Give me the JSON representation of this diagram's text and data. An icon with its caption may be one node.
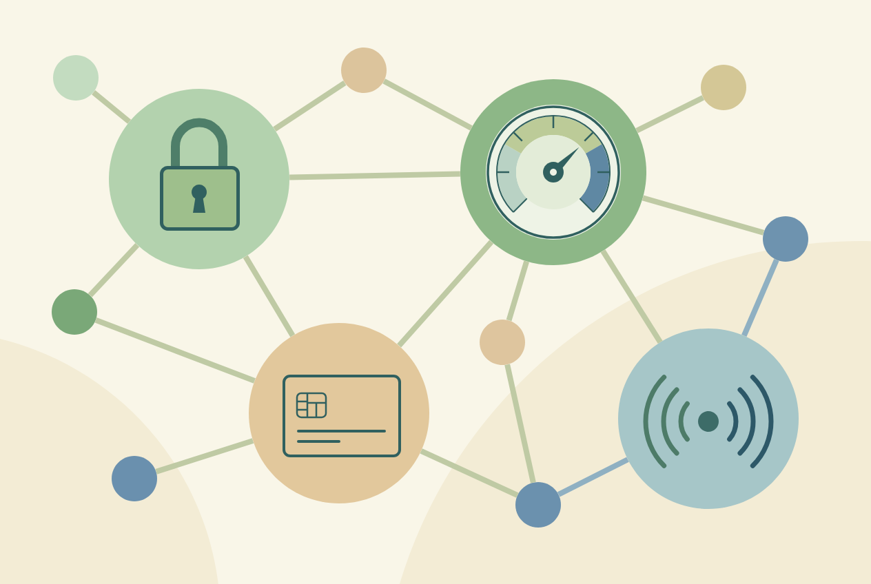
{
  "diagram": {
    "nodes": [
      {
        "text": [],
        "shape": "circle"
      },
      {
        "text": [],
        "shape": "picture"
      },
      {
        "text": [],
        "shape": "circle"
      },
      {
        "text": [],
        "shape": "picture"
      },
      {
        "text": [],
        "shape": "circle"
      },
      {
        "text": [],
        "shape": "circle"
      },
      {
        "text": [],
        "shape": "circle"
      },
      {
        "text": [],
        "shape": "picture"
      },
      {
        "text": [],
        "shape": "circle"
      },
      {
        "text": [],
        "shape": "picture"
      },
      {
        "text": [],
        "shape": "circle"
      },
      {
        "text": [],
        "shape": "circle"
      }
    ],
    "edges": [
      {
        "from": 0,
        "to": 1,
        "arrow": "none"
      },
      {
        "from": 1,
        "to": 2,
        "arrow": "none"
      },
      {
        "from": 2,
        "to": 3,
        "arrow": "none"
      },
      {
        "from": 1,
        "to": 3,
        "arrow": "none"
      },
      {
        "from": 3,
        "to": 4,
        "arrow": "none"
      },
      {
        "from": 3,
        "to": 5,
        "arrow": "none"
      },
      {
        "from": 5,
        "to": 9,
        "arrow": "none",
        "color": "#8fb0c2"
      },
      {
        "from": 3,
        "to": 9,
        "arrow": "none"
      },
      {
        "from": 3,
        "to": 7,
        "arrow": "none"
      },
      {
        "from": 3,
        "to": 8,
        "arrow": "none"
      },
      {
        "from": 1,
        "to": 6,
        "arrow": "none"
      },
      {
        "from": 1,
        "to": 7,
        "arrow": "none"
      },
      {
        "from": 6,
        "to": 7,
        "arrow": "none"
      },
      {
        "from": 7,
        "to": 10,
        "arrow": "none"
      },
      {
        "from": 7,
        "to": 11,
        "arrow": "none"
      },
      {
        "from": 8,
        "to": 11,
        "arrow": "none"
      },
      {
        "from": 11,
        "to": 9,
        "arrow": "none",
        "color": "#8fb0c2"
      }
    ]
  }
}
